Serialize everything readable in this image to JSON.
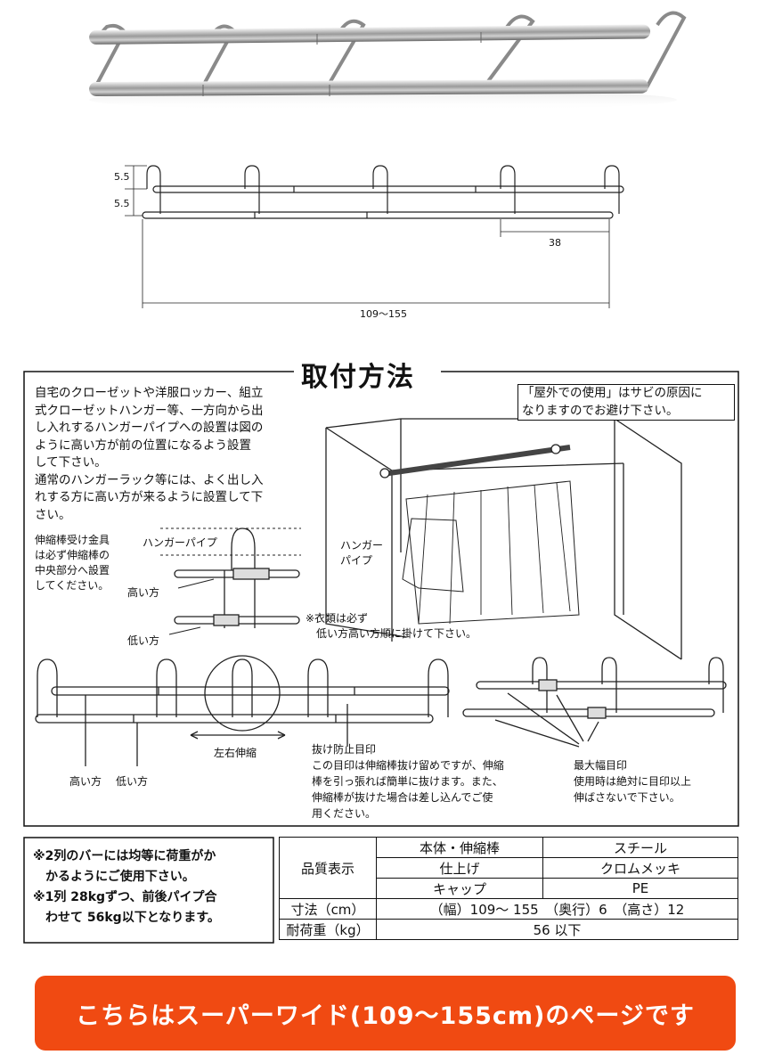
{
  "dimensions": {
    "height_upper": "5.5",
    "height_lower": "5.5",
    "pitch": "38",
    "width_range": "109～155"
  },
  "install": {
    "title": "取付方法",
    "instructions": [
      "自宅のクローゼットや洋服ロッカー、組立",
      "式クローゼットハンガー等、一方向から出",
      "し入れするハンガーパイプへの設置は図の",
      "ように高い方が前の位置になるよう設置",
      "して下さい。",
      "通常のハンガーラック等には、よく出し入",
      "れする方に高い方が来るように設置して下",
      "さい。"
    ],
    "outdoor_note": [
      "「屋外での使用」はサビの原因に",
      "なりますのでお避け下さい。"
    ],
    "bracket_note": [
      "伸縮棒受け金具",
      "は必ず伸縮棒の",
      "中央部分へ設置",
      "してください。"
    ],
    "hanger_pipe_label": "ハンガーパイプ",
    "high_label": "高い方",
    "low_label": "低い方",
    "closet_pipe_label": [
      "ハンガー",
      "パイプ"
    ],
    "clothes_note": [
      "※衣類は必ず",
      "低い方高い方順に掛けて下さい。"
    ],
    "high_label2": "高い方",
    "low_label2": "低い方",
    "extend_label": "左右伸縮",
    "stopper_title": "抜け防止目印",
    "stopper_text": [
      "この目印は伸縮棒抜け留めですが、伸縮",
      "棒を引っ張れば簡単に抜けます。また、",
      "伸縮棒が抜けた場合は差し込んでご使",
      "用ください。"
    ],
    "max_title": "最大幅目印",
    "max_text": [
      "使用時は絶対に目印以上",
      "伸ばさないで下さい。"
    ]
  },
  "load_note": [
    "※2列のバーには均等に荷重がか",
    "かるようにご使用下さい。",
    "※1列 28kgずつ、前後パイプ合",
    "わせて 56kg以下となります。"
  ],
  "spec": {
    "quality_label": "品質表示",
    "rows": [
      {
        "k": "本体・伸縮棒",
        "v": "スチール"
      },
      {
        "k": "仕上げ",
        "v": "クロムメッキ"
      },
      {
        "k": "キャップ",
        "v": "PE"
      }
    ],
    "size_label": "寸法（cm）",
    "size_value": "（幅）109～ 155　（奥行）6　（高さ）12",
    "load_label": "耐荷重（kg）",
    "load_value": "56 以下"
  },
  "banner": "こちらはスーパーワイド(109〜155cm)のページです"
}
